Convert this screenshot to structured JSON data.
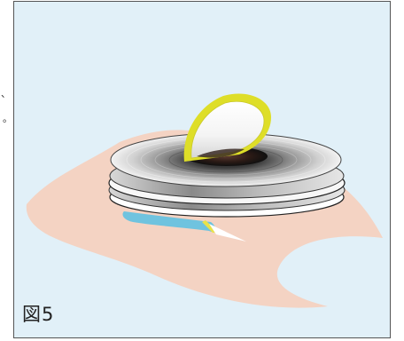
{
  "figure": {
    "label": "図5",
    "side_marks": [
      "、",
      "。"
    ]
  },
  "colors": {
    "panel_background": "#e1f0f8",
    "panel_border": "#555555",
    "skin": "#f4d3c3",
    "dressing_blue": "#6fc3df",
    "ring_yellow": "#dede28",
    "disk_dark": "#2b2b2b",
    "disk_light": "#f2f2f2"
  },
  "illustration": {
    "subject": "stacked-disk-on-skin",
    "disk_layers": 4
  }
}
